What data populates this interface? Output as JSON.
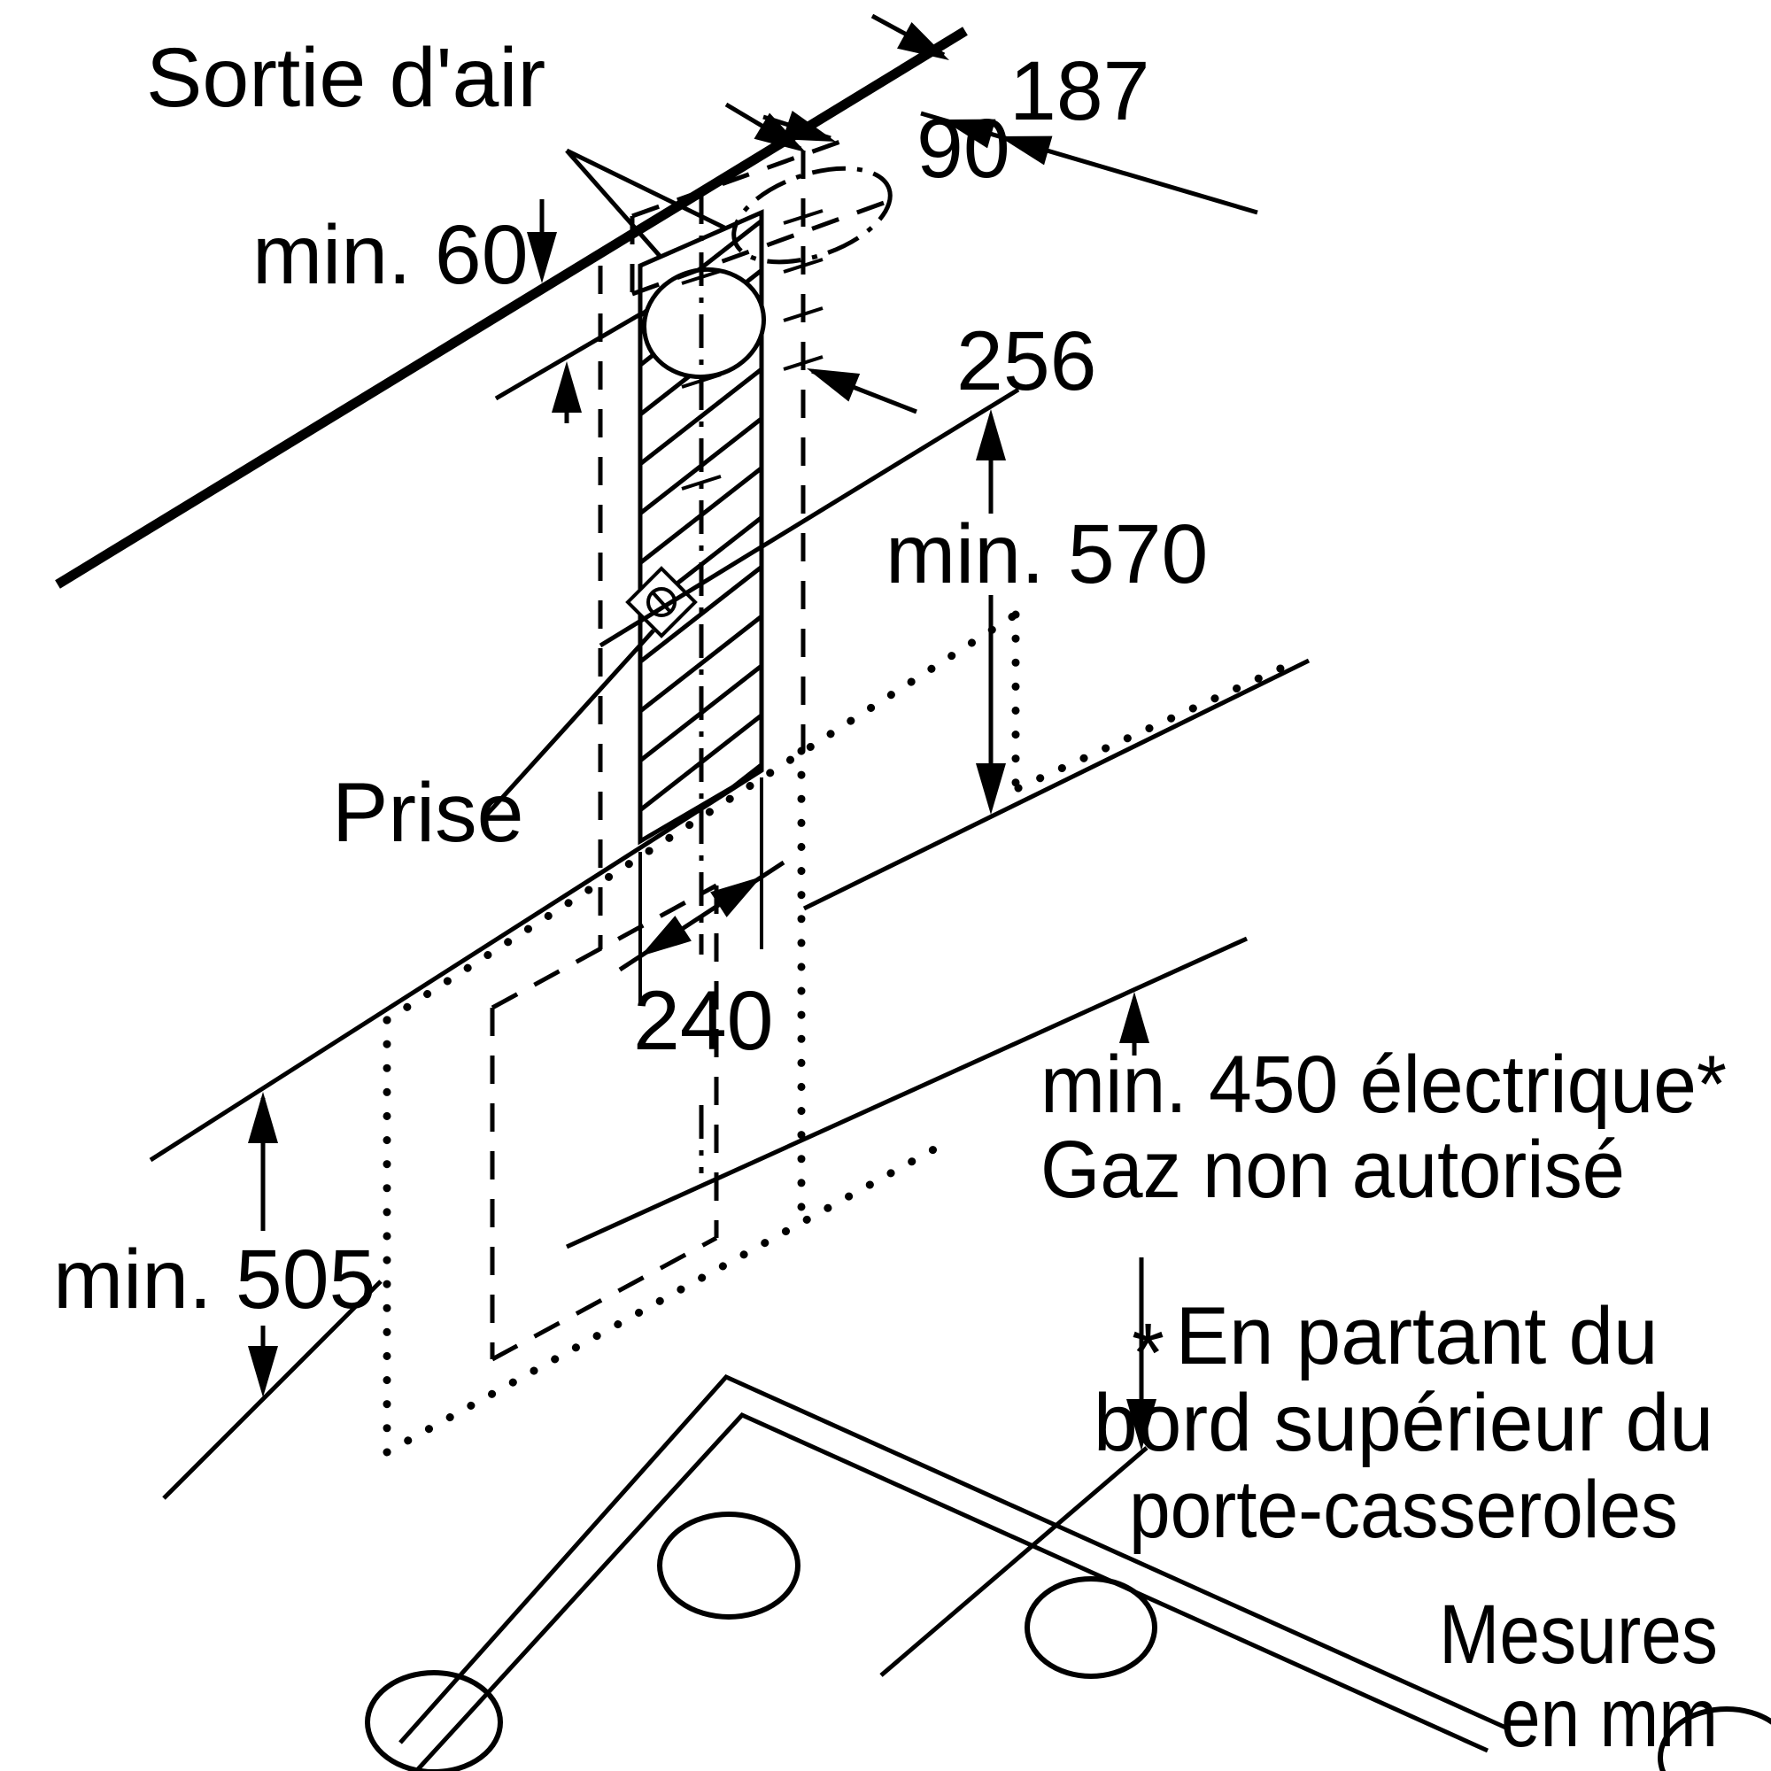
{
  "diagram": {
    "labels": {
      "air_outlet": "Sortie d'air",
      "min_ceiling": "min. 60",
      "dim_90": "90",
      "dim_187": "187",
      "dim_256": "256",
      "min_chimney": "min. 570",
      "socket": "Prise",
      "dim_240": "240",
      "min_side": "min. 505",
      "min_hob_electric": "min. 450 électrique*",
      "gas_note": "Gaz non autorisé",
      "asterisk": "*",
      "footnote_line1": "En partant du",
      "footnote_line2": "bord supérieur du",
      "footnote_line3": "porte-casseroles",
      "units_line1": "Mesures",
      "units_line2": "en mm"
    },
    "dimension_values_mm": [
      60,
      90,
      187,
      256,
      570,
      240,
      505,
      450
    ],
    "colors": {
      "ink": "#000000",
      "paper": "#ffffff"
    }
  }
}
